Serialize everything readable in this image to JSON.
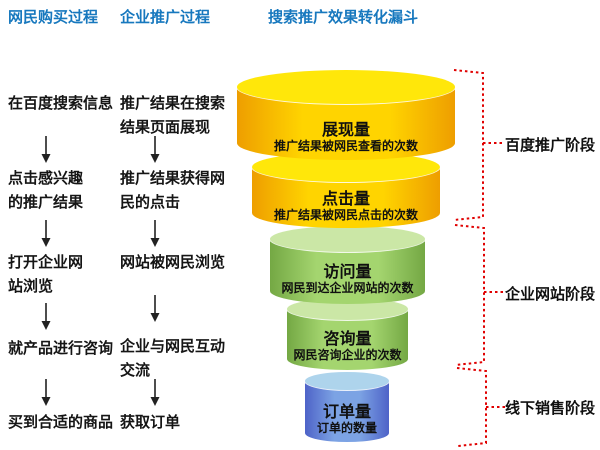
{
  "title": "搜索推广效果转化漏斗",
  "columns": {
    "buyer": {
      "header": "网民购买过程",
      "steps": [
        "在百度搜索信息",
        "点击感兴趣\n的推广结果",
        "打开企业网\n站浏览",
        "就产品进行咨询",
        "买到合适的商品"
      ]
    },
    "promoter": {
      "header": "企业推广过程",
      "steps": [
        "推广结果在搜索\n结果页面展现",
        "推广结果获得网\n民的点击",
        "网站被网民浏览",
        "企业与网民互动\n交流",
        "获取订单"
      ]
    }
  },
  "funnel": {
    "levels": [
      {
        "name": "展现量",
        "desc": "推广结果被网民查看的次数",
        "color": "#ffd400",
        "cap_color": "#ffe70a"
      },
      {
        "name": "点击量",
        "desc": "推广结果被网民点击的次数",
        "color": "#ffd400",
        "cap_color": "#ffe70a"
      },
      {
        "name": "访问量",
        "desc": "网民到达企业网站的次数",
        "color": "#a4d56f",
        "cap_color": "#cbe7a6"
      },
      {
        "name": "咨询量",
        "desc": "网民咨询企业的次数",
        "color": "#a4d56f",
        "cap_color": "#cbe7a6"
      },
      {
        "name": "订单量",
        "desc": "订单的数量",
        "color": "#7ca3e4",
        "cap_color": "#aed4ec"
      }
    ]
  },
  "stages": [
    {
      "label": "百度推广阶段"
    },
    {
      "label": "企业网站阶段"
    },
    {
      "label": "线下销售阶段"
    }
  ],
  "colors": {
    "header_blue": "#1778be",
    "bracket_red": "#e00000",
    "text_black": "#151515"
  }
}
